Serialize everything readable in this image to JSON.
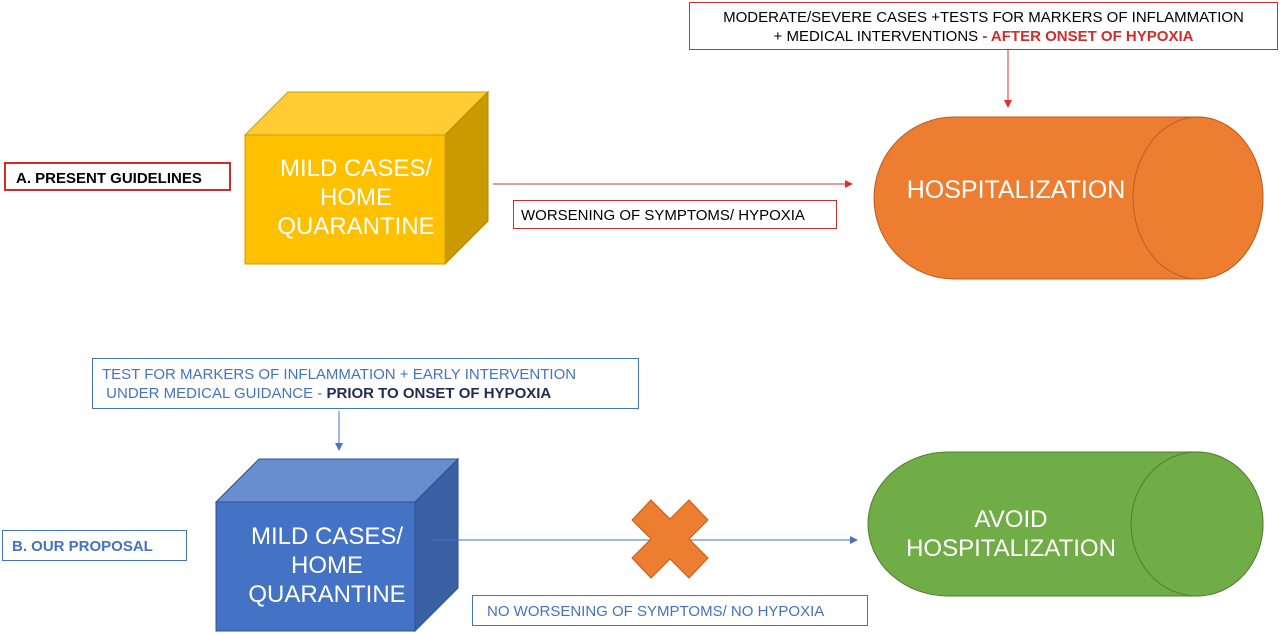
{
  "section_a": {
    "label": "A. PRESENT GUIDELINES",
    "cube": {
      "line1": "MILD CASES/",
      "line2": "HOME",
      "line3": "QUARANTINE"
    },
    "arrow_label": "WORSENING OF SYMPTOMS/ HYPOXIA",
    "note": {
      "line1": "MODERATE/SEVERE CASES +TESTS FOR MARKERS OF INFLAMMATION",
      "line2_prefix": "+ MEDICAL INTERVENTIONS ",
      "line2_highlight": "- AFTER ONSET OF HYPOXIA"
    },
    "cylinder": {
      "line1": "HOSPITALIZATION"
    }
  },
  "section_b": {
    "label": "B. OUR PROPOSAL",
    "note": {
      "line1": "TEST FOR MARKERS OF INFLAMMATION + EARLY INTERVENTION",
      "line2_prefix": "UNDER MEDICAL GUIDANCE - ",
      "line2_highlight": "PRIOR TO ONSET OF HYPOXIA"
    },
    "cube": {
      "line1": "MILD CASES/",
      "line2": "HOME",
      "line3": "QUARANTINE"
    },
    "arrow_label": "NO WORSENING OF SYMPTOMS/ NO HYPOXIA",
    "cylinder": {
      "line1": "AVOID",
      "line2": "HOSPITALIZATION"
    }
  },
  "colors": {
    "red": "#d42a2a",
    "blue": "#4472c4",
    "cube_a_front": "#ffc000",
    "cube_b_front": "#4472c4",
    "cylinder_a": "#ed7d31",
    "cylinder_b": "#70ad47",
    "cross": "#ed7d31"
  },
  "icons": [
    "arrow-right-icon",
    "arrow-down-icon",
    "cross-icon"
  ]
}
